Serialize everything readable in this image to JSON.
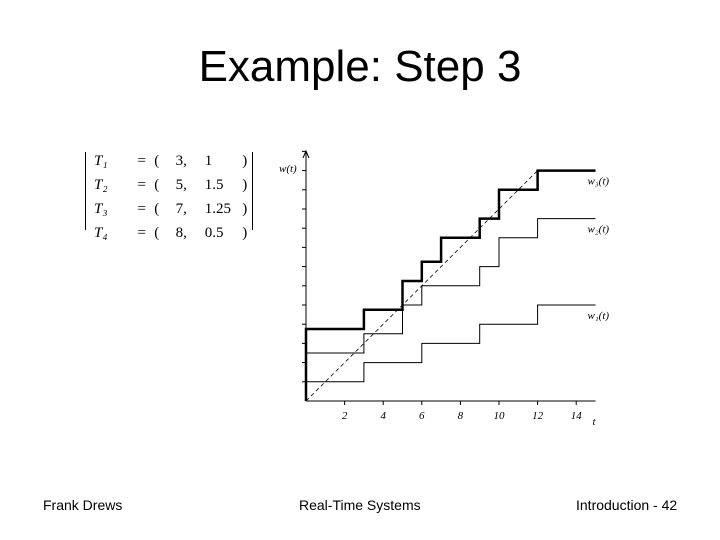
{
  "slide": {
    "title": "Example: Step 3",
    "footer_left": "Frank Drews",
    "footer_center": "Real-Time Systems",
    "footer_right": "Introduction - 42"
  },
  "tasks": [
    {
      "name": "T₁",
      "eq": "=",
      "open": "(",
      "period": "3,",
      "wcet": "1",
      "close": ")"
    },
    {
      "name": "T₂",
      "eq": "=",
      "open": "(",
      "period": "5,",
      "wcet": "1.5",
      "close": ")"
    },
    {
      "name": "T₃",
      "eq": "=",
      "open": "(",
      "period": "7,",
      "wcet": "1.25",
      "close": ")"
    },
    {
      "name": "T₄",
      "eq": "=",
      "open": "(",
      "period": "8,",
      "wcet": "0.5",
      "close": ")"
    }
  ],
  "chart_data": {
    "type": "line",
    "ylabel": "w(t)",
    "xlabel": "t",
    "xlim": [
      0,
      15
    ],
    "ylim": [
      0,
      13
    ],
    "xticks": [
      2,
      4,
      6,
      8,
      10,
      12,
      14
    ],
    "series": [
      {
        "name": "w₁(t)",
        "style": "thin",
        "points": [
          [
            0,
            1
          ],
          [
            3,
            1
          ],
          [
            3,
            2
          ],
          [
            6,
            2
          ],
          [
            6,
            3
          ],
          [
            9,
            3
          ],
          [
            9,
            4
          ],
          [
            12,
            4
          ],
          [
            12,
            5
          ],
          [
            15,
            5
          ]
        ]
      },
      {
        "name": "w₂(t)",
        "style": "thin",
        "points": [
          [
            0,
            2.5
          ],
          [
            3,
            2.5
          ],
          [
            3,
            3.5
          ],
          [
            5,
            3.5
          ],
          [
            5,
            5
          ],
          [
            6,
            5
          ],
          [
            6,
            6
          ],
          [
            9,
            6
          ],
          [
            9,
            7
          ],
          [
            10,
            7
          ],
          [
            10,
            8.5
          ],
          [
            12,
            8.5
          ],
          [
            12,
            9.5
          ],
          [
            15,
            9.5
          ]
        ]
      },
      {
        "name": "w₃(t)",
        "style": "thick",
        "points": [
          [
            0,
            0
          ],
          [
            0,
            3.75
          ],
          [
            3,
            3.75
          ],
          [
            3,
            4.75
          ],
          [
            5,
            4.75
          ],
          [
            5,
            6.25
          ],
          [
            6,
            6.25
          ],
          [
            6,
            7.25
          ],
          [
            7,
            7.25
          ],
          [
            7,
            8.5
          ],
          [
            9,
            8.5
          ],
          [
            9,
            9.5
          ],
          [
            10,
            9.5
          ],
          [
            10,
            11
          ],
          [
            12,
            11
          ],
          [
            12,
            12
          ],
          [
            15,
            12
          ]
        ]
      },
      {
        "name": "",
        "style": "dashed",
        "points": [
          [
            0,
            0
          ],
          [
            12,
            12
          ]
        ]
      }
    ],
    "colors": {
      "line": "#000000",
      "background": "#ffffff"
    }
  }
}
